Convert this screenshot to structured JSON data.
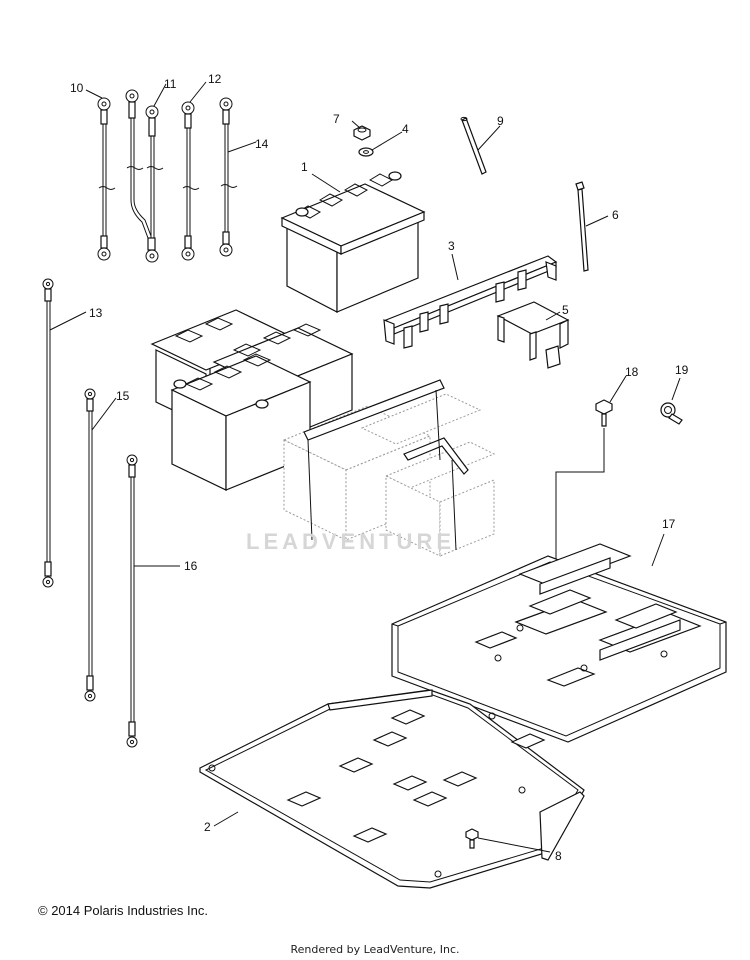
{
  "callouts": [
    {
      "id": "c1",
      "label": "1"
    },
    {
      "id": "c2",
      "label": "2"
    },
    {
      "id": "c3",
      "label": "3"
    },
    {
      "id": "c4",
      "label": "4"
    },
    {
      "id": "c5",
      "label": "5"
    },
    {
      "id": "c6",
      "label": "6"
    },
    {
      "id": "c7",
      "label": "7"
    },
    {
      "id": "c8",
      "label": "8"
    },
    {
      "id": "c9",
      "label": "9"
    },
    {
      "id": "c10",
      "label": "10"
    },
    {
      "id": "c11",
      "label": "11"
    },
    {
      "id": "c12",
      "label": "12"
    },
    {
      "id": "c13",
      "label": "13"
    },
    {
      "id": "c14",
      "label": "14"
    },
    {
      "id": "c15",
      "label": "15"
    },
    {
      "id": "c16",
      "label": "16"
    },
    {
      "id": "c17",
      "label": "17"
    },
    {
      "id": "c18",
      "label": "18"
    },
    {
      "id": "c19",
      "label": "19"
    }
  ],
  "watermark": "LEADVENTURE",
  "footer": {
    "copyright": "© 2014 Polaris Industries Inc.",
    "rendered_by": "Rendered by LeadVenture, Inc."
  }
}
